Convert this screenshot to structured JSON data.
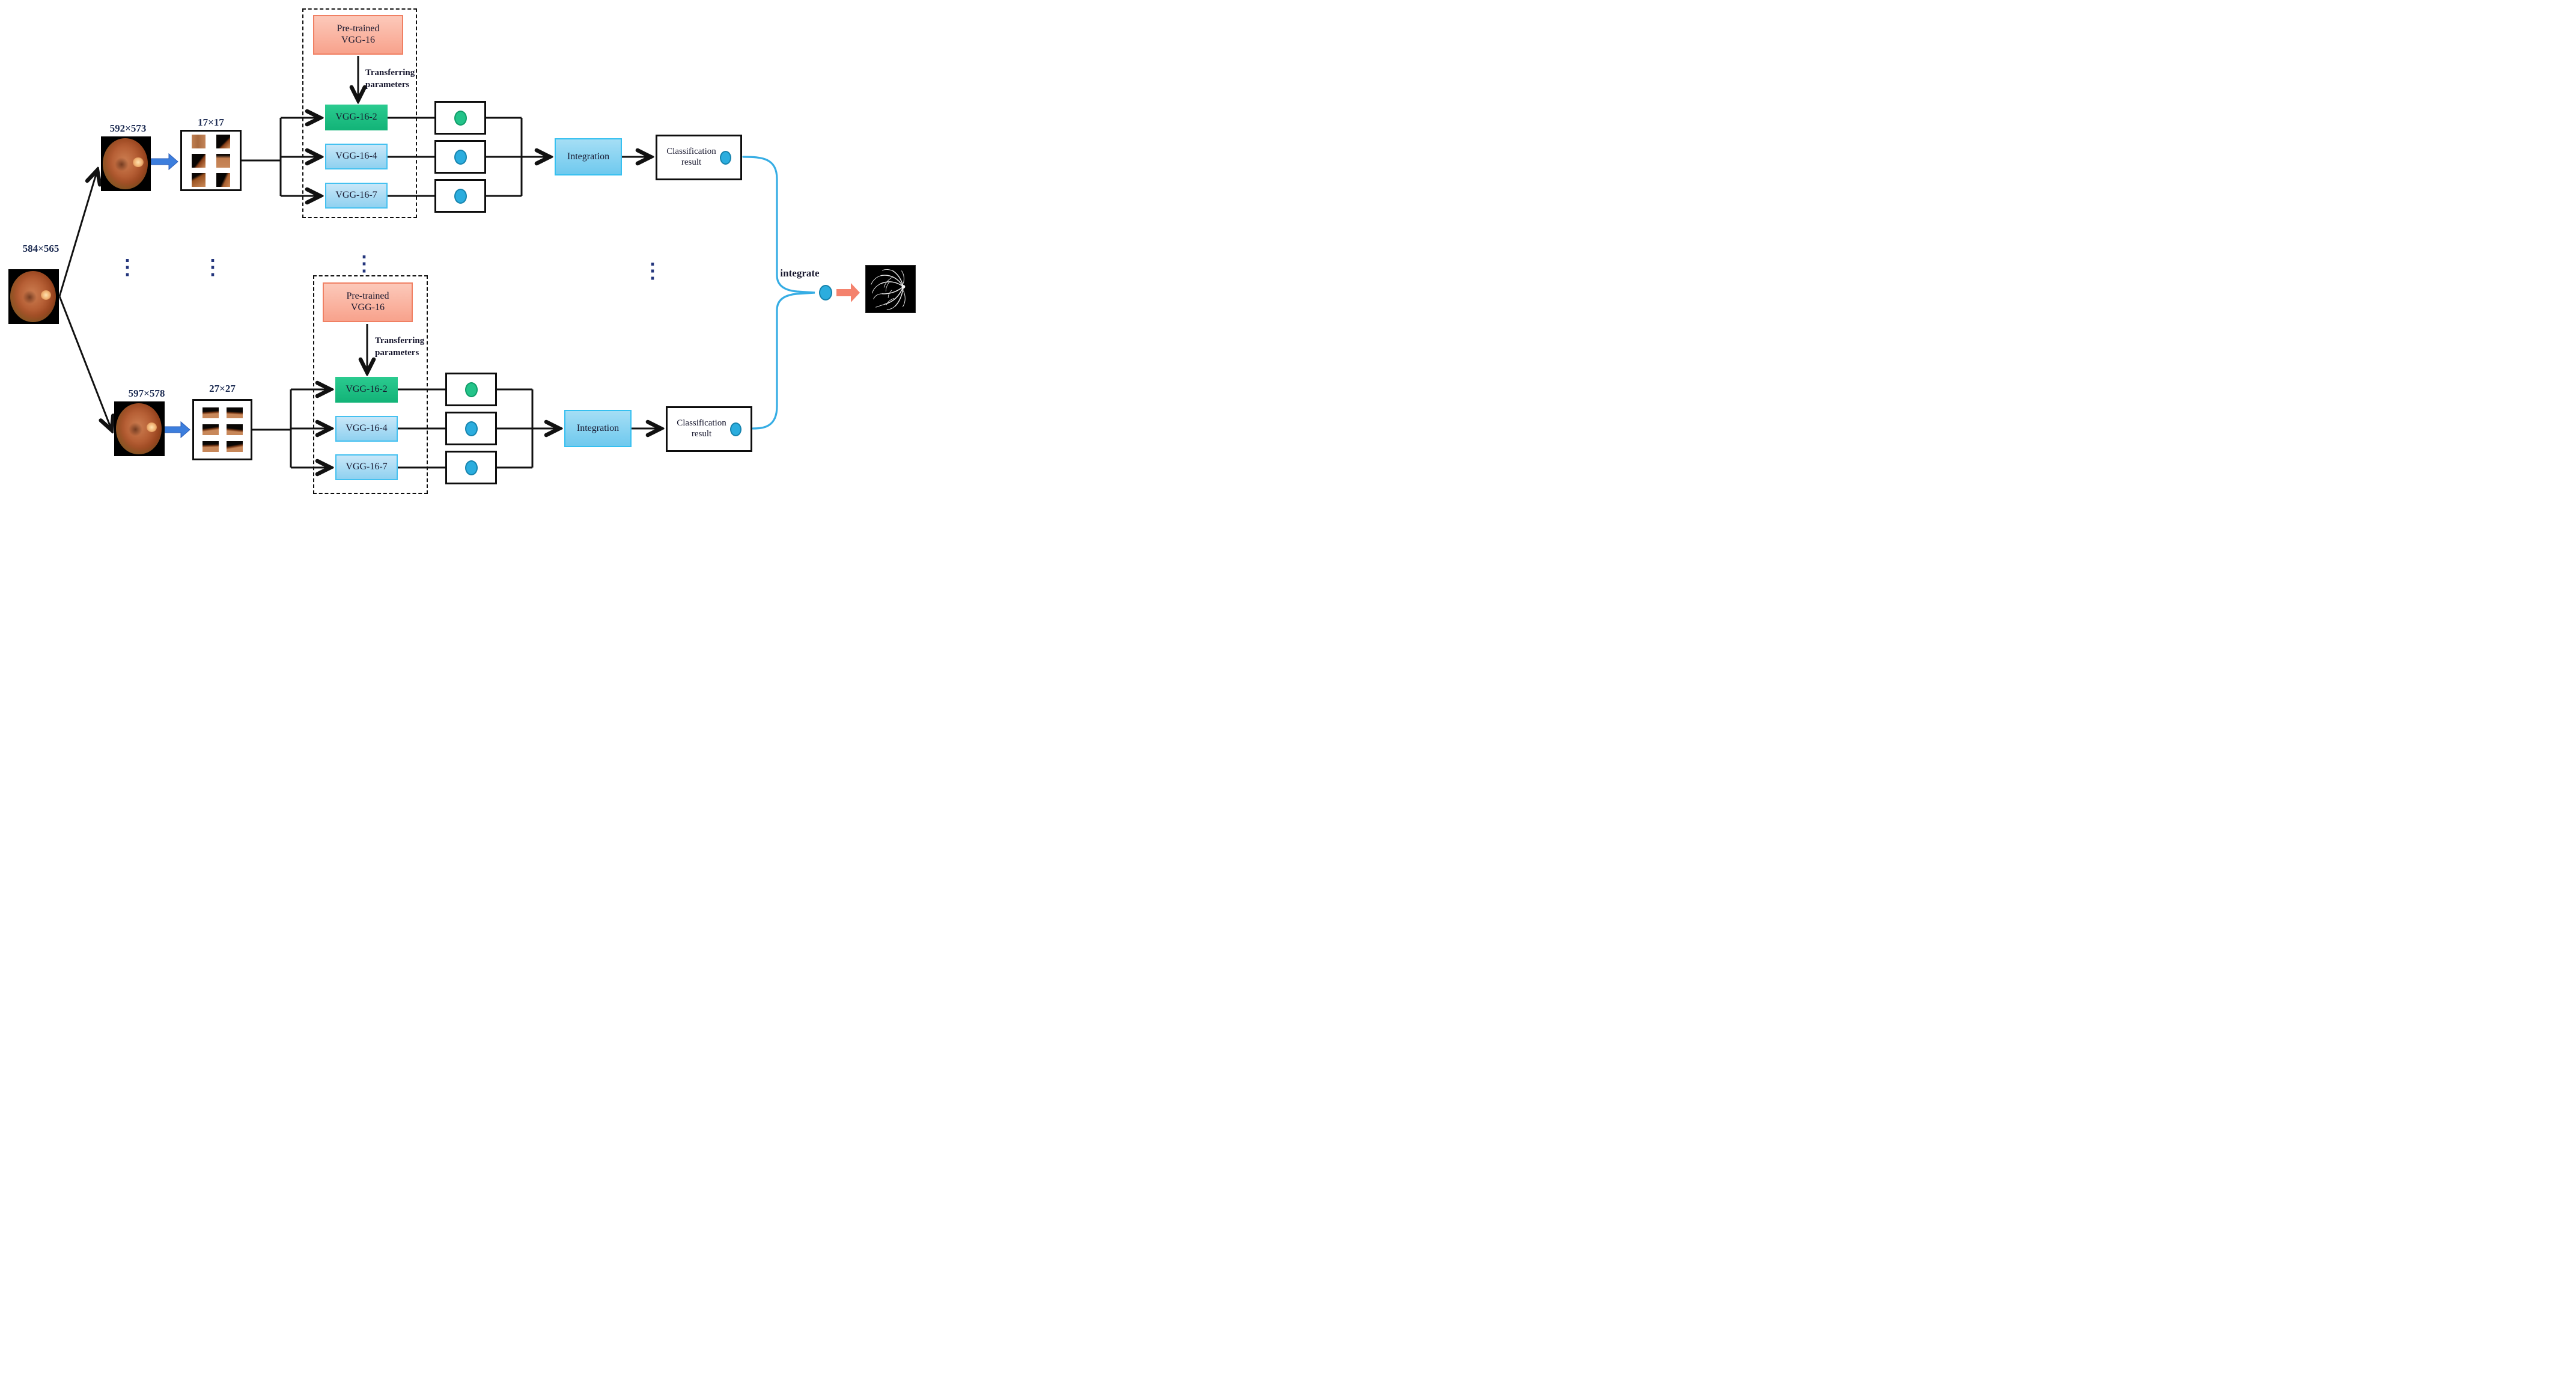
{
  "labels": {
    "input_size": "584×565",
    "top_resized": "592×573",
    "top_patch": "17×17",
    "bottom_resized": "597×578",
    "bottom_patch": "27×27",
    "integrate": "integrate"
  },
  "icons": {
    "vertical_ellipsis": "⋮"
  },
  "branch_top": {
    "pretrained_line1": "Pre-trained",
    "pretrained_line2": "VGG-16",
    "transfer_line1": "Transferring",
    "transfer_line2": "parameters",
    "models": [
      "VGG-16-2",
      "VGG-16-4",
      "VGG-16-7"
    ],
    "integration": "Integration",
    "classification_line1": "Classification",
    "classification_line2": "result"
  },
  "branch_bottom": {
    "pretrained_line1": "Pre-trained",
    "pretrained_line2": "VGG-16",
    "transfer_line1": "Transferring",
    "transfer_line2": "parameters",
    "models": [
      "VGG-16-2",
      "VGG-16-4",
      "VGG-16-7"
    ],
    "integration": "Integration",
    "classification_line1": "Classification",
    "classification_line2": "result"
  },
  "colors": {
    "line": "#111111",
    "text": "#17172e",
    "dim-text": "#1c2b52",
    "dots": "#23357c",
    "pink-top": "#fcc9ba",
    "pink-bot": "#f8a28c",
    "pink-border": "#f08063",
    "green-top": "#2bcb90",
    "green-bot": "#12b377",
    "blue-top": "#c9e7f8",
    "blue-bot": "#8fd1f0",
    "blue-border": "#45c1f0",
    "int-top": "#a5def5",
    "int-bot": "#6fc9ee",
    "int-border": "#36c0f0",
    "c-green": "#23c389",
    "c-green-b": "#0f9c68",
    "c-blue": "#2badde",
    "c-blue-b": "#1583ad",
    "brace": "#36ade4",
    "salmon": "#f4826d",
    "bluearrow": "#3c7edd",
    "bluearrow-b": "#2a5cb8"
  }
}
